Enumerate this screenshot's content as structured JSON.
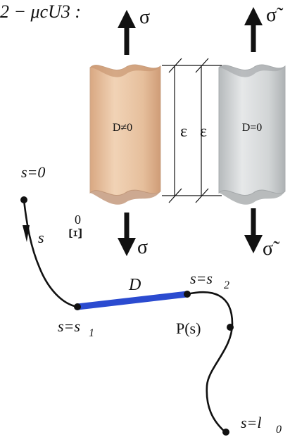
{
  "diagram": {
    "top_fragment": "2 − μcU3 :",
    "stress_left_top": "σ",
    "stress_left_bottom": "σ",
    "stress_right_top": "σ̃",
    "stress_right_bottom": "σ̃",
    "cylinder_left_label": "D≠0",
    "cylinder_right_label": "D=0",
    "strain_left": "ε",
    "strain_right": "ε",
    "xi_label": "Ξ",
    "xi_superscript": "0",
    "arc_label": "s",
    "point_s0": "s=0",
    "point_s1": "s=s",
    "point_s1_sub": "1",
    "point_s2": "s=s",
    "point_s2_sub": "2",
    "point_l0": "s=l",
    "point_l0_sub": "0",
    "damage_label": "D",
    "material_point": "P(s)",
    "colors": {
      "left_cylinder": "#e8c4a2",
      "right_cylinder": "#c8cbcc",
      "damaged_segment": "#2b4bd0",
      "curve": "#111111"
    }
  }
}
